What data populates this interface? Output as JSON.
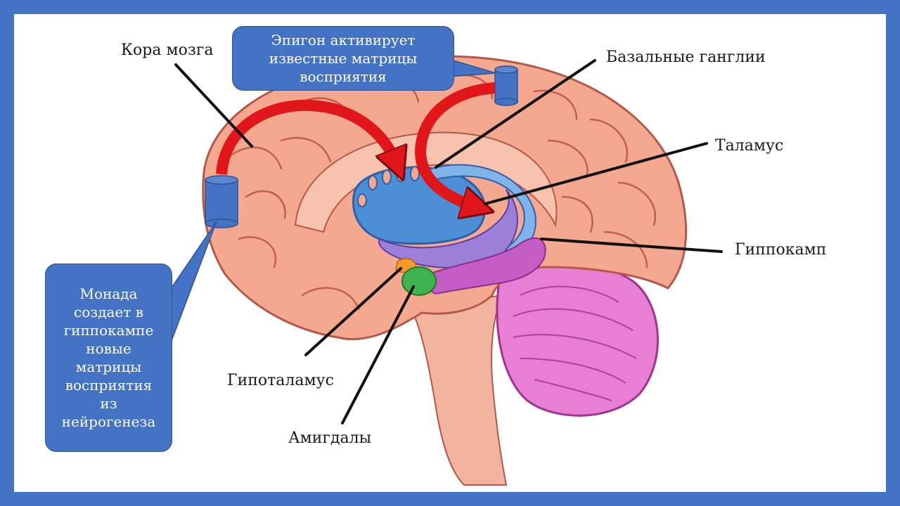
{
  "labels": {
    "cortex": "Кора мозга",
    "basal_ganglia": "Базальные ганглии",
    "thalamus": "Таламус",
    "hippocampus": "Гиппокамп",
    "hypothalamus": "Гипоталамус",
    "amygdala": "Амигдалы"
  },
  "callouts": {
    "epigon": [
      "Эпигон активирует",
      "известные матрицы",
      "восприятия"
    ],
    "monad": [
      "Монада",
      "создает в",
      "гиппокампе",
      "новые",
      "матрицы",
      "восприятия",
      "из",
      "нейрогенеза"
    ]
  },
  "colors": {
    "frame": "#4472c4",
    "callout": "#4472c4",
    "arrow": "#e0161a",
    "cerebrum": "#f4a88f",
    "cerebellum": "#e77fd4",
    "thalamus": "#4d8fd6",
    "hippocampus": "#c65cc6",
    "amygdala": "#3fb34f"
  }
}
